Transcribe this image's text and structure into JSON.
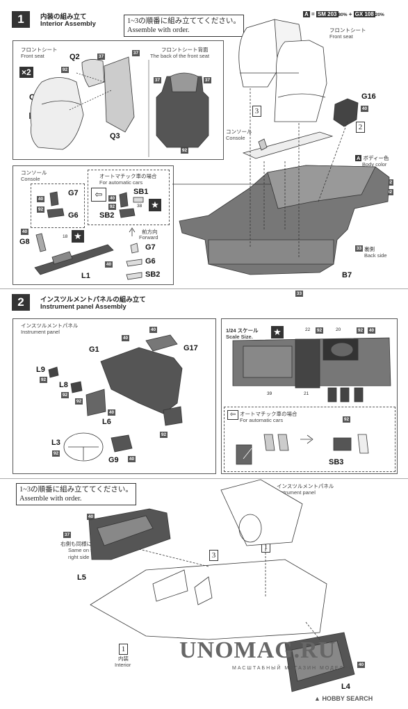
{
  "step1": {
    "number": "1",
    "title_jp": "内装の組み立て",
    "title_en": "Interior Assembly",
    "note_jp": "1~3の順番に組み立ててください。",
    "note_en": "Assemble with order.",
    "paint_legend": {
      "label": "A",
      "eq": "=",
      "p1": "SM 203",
      "r1": "80%",
      "plus": "+",
      "p2": "GX 108",
      "r2": "20%"
    },
    "front_seat": {
      "jp": "フロントシート",
      "en": "Front seat",
      "qty": "×2",
      "parts": [
        "Q1",
        "Q2",
        "Q3"
      ]
    },
    "seat_back": {
      "jp": "フロントシート背面",
      "en": "The back of the front seat"
    },
    "main_front_seat": {
      "jp": "フロントシート",
      "en": "Front seat"
    },
    "console": {
      "jp": "コンソール",
      "en": "Console"
    },
    "body_color": {
      "label": "A",
      "jp": "ボディー色",
      "en": "Body color"
    },
    "back_side": {
      "jp": "裏側",
      "en": "Back side"
    },
    "console_inset": {
      "jp": "コンソール",
      "en": "Console",
      "parts": [
        "G7",
        "G6",
        "G8",
        "L1"
      ],
      "num18": "18"
    },
    "automatic": {
      "jp": "オートマチック車の場合",
      "en": "For automatic cars",
      "parts": [
        "SB1",
        "SB2"
      ],
      "num38": "38"
    },
    "forward": {
      "jp": "前方向",
      "en": "Forward",
      "parts": [
        "G7",
        "G6",
        "SB2"
      ]
    },
    "main_parts": [
      "G16",
      "B7"
    ],
    "steps": [
      "1",
      "2",
      "3"
    ]
  },
  "step2": {
    "number": "2",
    "title_jp": "インスツルメントパネルの組み立て",
    "title_en": "Instrument panel Assembly",
    "inst_panel": {
      "jp": "インスツルメントパネル",
      "en": "Instrument panel",
      "parts": [
        "G1",
        "G17",
        "L9",
        "L8",
        "L6",
        "L3",
        "G9"
      ]
    },
    "scale": {
      "jp": "1/24 スケール",
      "en": "Scale Size."
    },
    "scale_nums": [
      "22",
      "20",
      "39",
      "21"
    ],
    "automatic": {
      "jp": "オートマチック車の場合",
      "en": "For automatic cars",
      "part": "SB3"
    }
  },
  "step3": {
    "note_jp": "1~3の順番に組み立ててください。",
    "note_en": "Assemble with order.",
    "inst_panel": {
      "jp": "インスツルメントパネル",
      "en": "Instrument panel"
    },
    "right_side": {
      "jp": "右側も同様に",
      "en1": "Same on the",
      "en2": "right side"
    },
    "parts": [
      "L5",
      "L4"
    ],
    "interior": {
      "step": "1",
      "jp": "内装",
      "en": "Interior"
    },
    "steps": [
      "1",
      "2",
      "3"
    ]
  },
  "colors": [
    "33",
    "37",
    "40",
    "92"
  ],
  "watermark": {
    "main": "UNOMAG.RU",
    "sub": "МАСШТАБНЫЙ МАГАЗИН МОДЕЛЕЙ",
    "brand": "HOBBY SEARCH"
  }
}
